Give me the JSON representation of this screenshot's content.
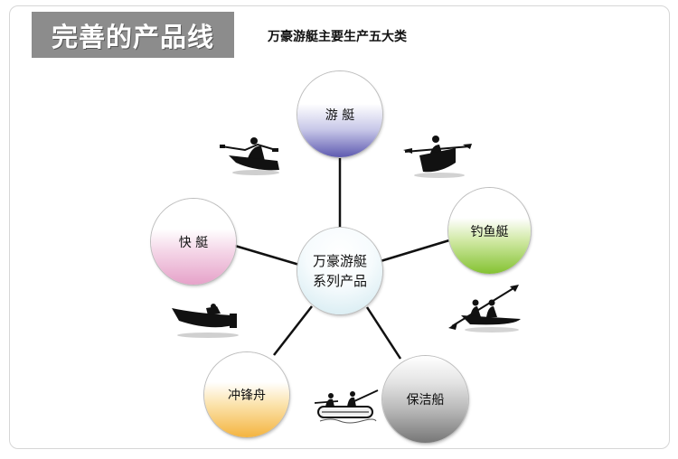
{
  "banner": {
    "title": "完善的产品线"
  },
  "subtitle": "万豪游艇主要生产五大类",
  "diagram": {
    "center": {
      "line1": "万豪游艇",
      "line2": "系列产品"
    },
    "nodes": [
      {
        "id": "yacht",
        "label": "游 艇",
        "color": "#5e5ab0"
      },
      {
        "id": "fishing",
        "label": "钓鱼艇",
        "color": "#84c232"
      },
      {
        "id": "speed",
        "label": "快 艇",
        "color": "#e6a2c9"
      },
      {
        "id": "assault",
        "label": "冲锋舟",
        "color": "#f4b440"
      },
      {
        "id": "cleaning",
        "label": "保洁船",
        "color": "#777777"
      }
    ]
  },
  "icons": [
    "kayak-icon",
    "kayak-paddler-icon",
    "speedboat-icon",
    "fishing-kayak-icon",
    "inflatable-raft-icon"
  ]
}
